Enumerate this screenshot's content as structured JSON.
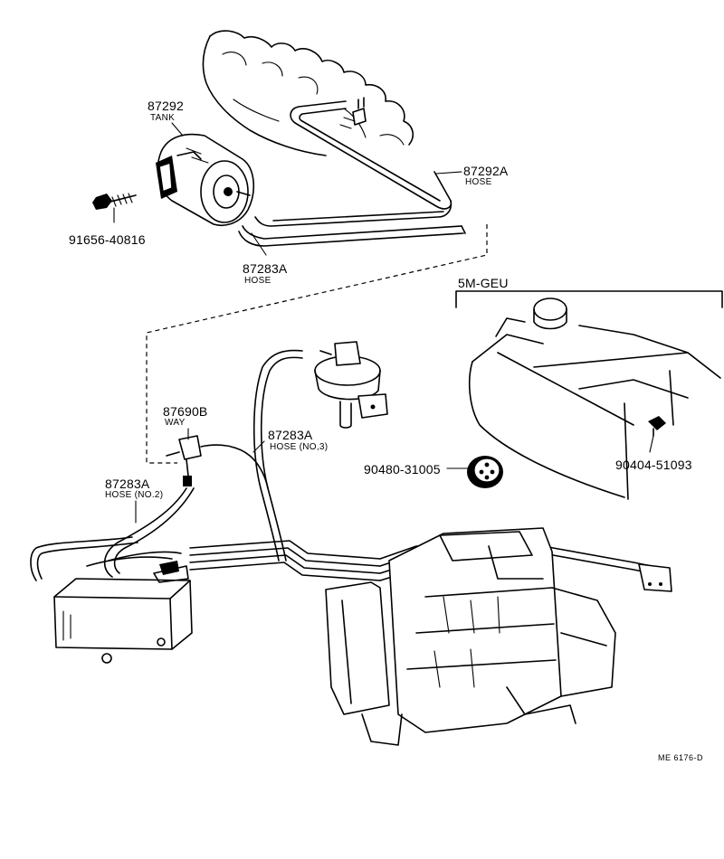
{
  "parts": [
    {
      "id": "tank",
      "number": "87292",
      "name": "TANK"
    },
    {
      "id": "hose_main",
      "number": "87292A",
      "name": "HOSE"
    },
    {
      "id": "bolt",
      "number": "91656-40816"
    },
    {
      "id": "hose_lower",
      "number": "87283A",
      "name": "HOSE"
    },
    {
      "id": "way",
      "number": "87690B",
      "name": "WAY"
    },
    {
      "id": "hose_no3",
      "number": "87283A",
      "name": "HOSE (NO,3)"
    },
    {
      "id": "hose_no2",
      "number": "87283A",
      "name": "HOSE (NO.2)"
    },
    {
      "id": "grommet",
      "number": "90480-31005"
    },
    {
      "id": "fitting",
      "number": "90404-51093"
    }
  ],
  "variant_label": "5M-GEU",
  "drawing_code": "ME 6176-D"
}
